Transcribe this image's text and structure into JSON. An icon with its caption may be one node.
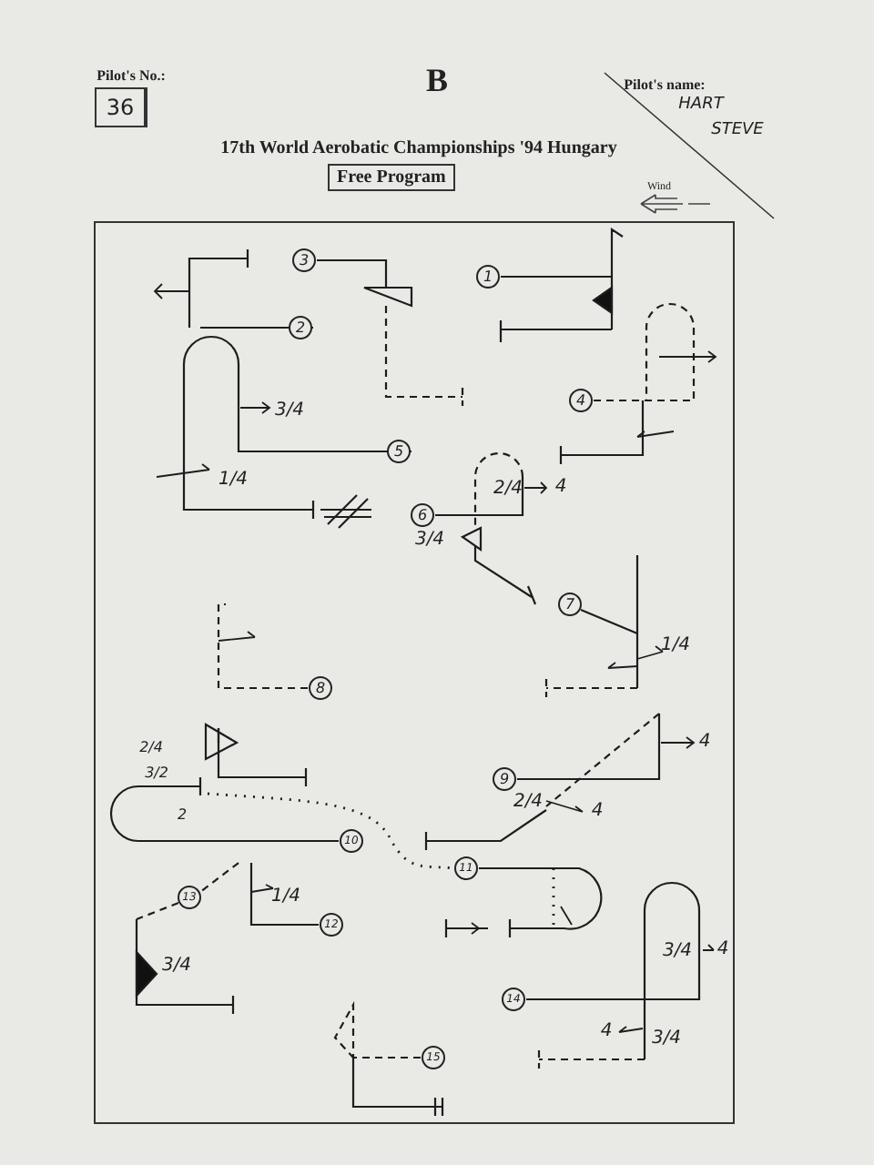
{
  "diagram": {
    "title": "Free Program",
    "nodes": [
      {
        "text": [
          "36"
        ],
        "beside": [
          "Pilot's No.:"
        ]
      },
      {
        "text": [
          "3"
        ]
      },
      {
        "text": [
          "1"
        ]
      },
      {
        "text": [
          "2"
        ]
      },
      {
        "text": [
          "4"
        ]
      },
      {
        "text": [
          "5"
        ]
      },
      {
        "text": [
          "6"
        ]
      },
      {
        "text": [
          "7"
        ]
      },
      {
        "text": [
          "8"
        ]
      },
      {
        "text": [
          "9"
        ]
      },
      {
        "text": [
          "10"
        ]
      },
      {
        "text": [
          "11"
        ]
      },
      {
        "text": [
          "13"
        ]
      },
      {
        "text": [
          "12"
        ]
      },
      {
        "text": [
          "14"
        ]
      },
      {
        "text": [
          "15"
        ]
      }
    ],
    "edges": [
      {
        "from": null,
        "to": 11,
        "arrow": "none",
        "style": "dashed"
      }
    ],
    "labels": [
      "B",
      "Pilot's name:",
      "HART",
      "STEVE",
      "17th World Aerobatic Championships '94 Hungary",
      "Wind",
      "3/4",
      "1/4",
      "2/4",
      "4",
      "3/4",
      "1/4",
      "2/4",
      "3/2",
      "4",
      "2/4",
      "4",
      "2",
      "1/4",
      "3/4",
      "4",
      "3/4",
      "4",
      "3/4"
    ]
  }
}
